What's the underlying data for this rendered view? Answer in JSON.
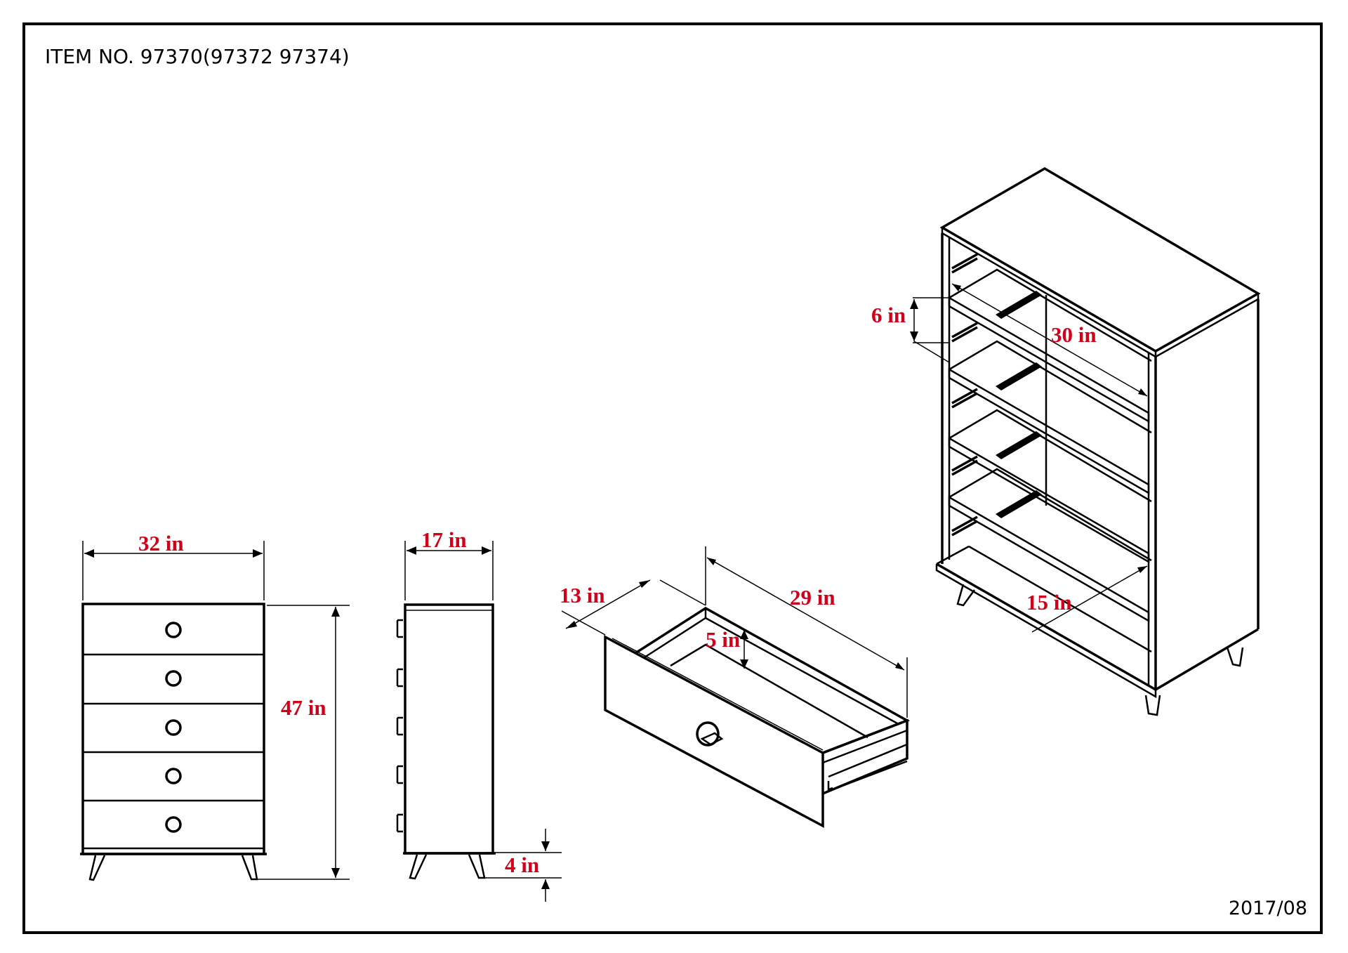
{
  "header": {
    "item_number": "ITEM NO. 97370(97372 97374)"
  },
  "footer": {
    "date": "2017/08"
  },
  "dimensions": {
    "front_width": "32 in",
    "front_height": "47 in",
    "side_depth": "17 in",
    "leg_height": "4 in",
    "drawer_depth": "13 in",
    "drawer_length": "29 in",
    "drawer_height": "5 in",
    "carcass_width": "30 in",
    "shelf_height": "6 in",
    "inner_depth": "15 in"
  },
  "colors": {
    "dimension_text": "#d0021b",
    "line": "#000000",
    "background": "#ffffff"
  }
}
